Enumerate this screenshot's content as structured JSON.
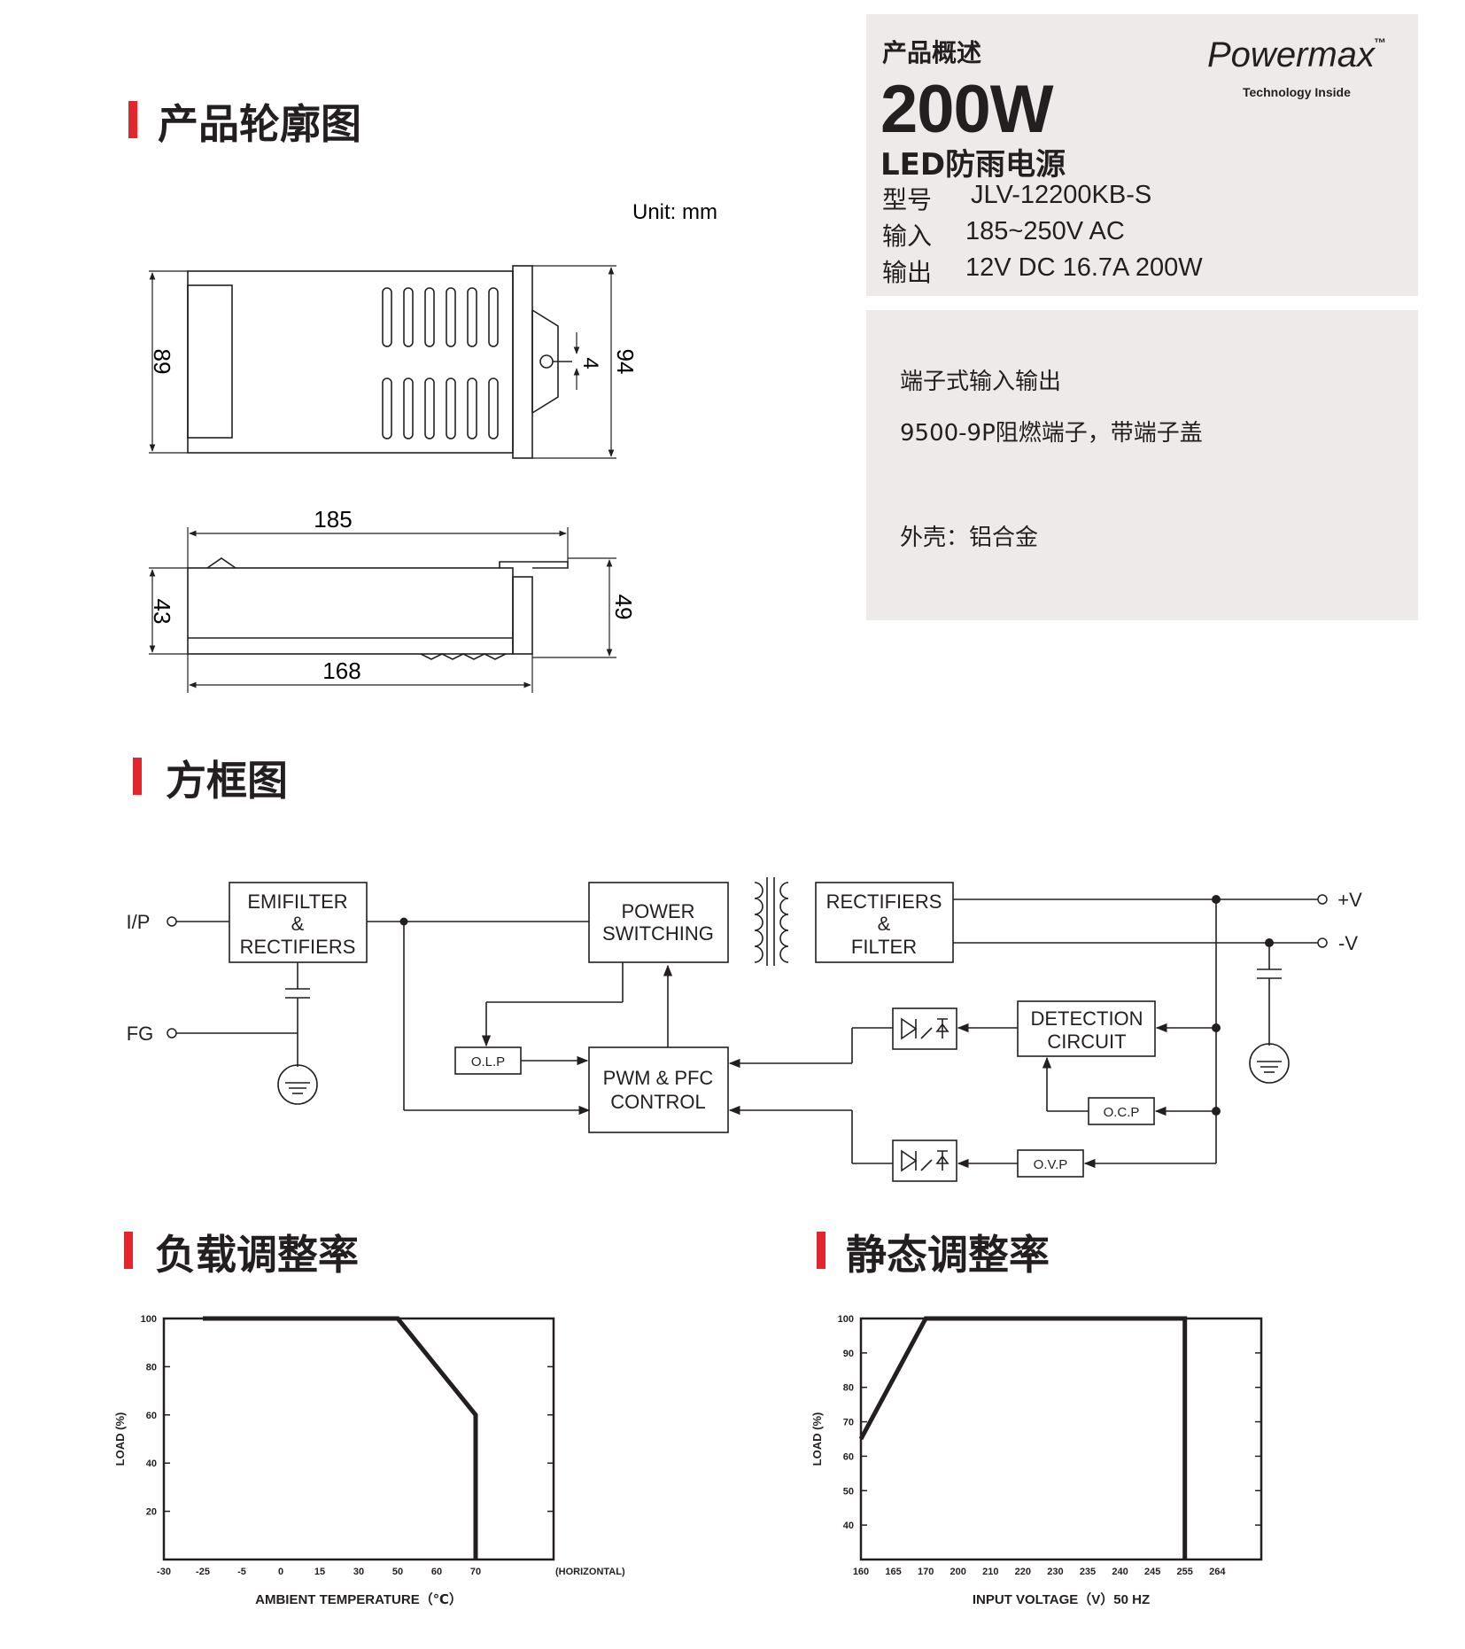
{
  "sections": {
    "outline": "产品轮廓图",
    "block": "方框图",
    "load": "负载调整率",
    "static": "静态调整率"
  },
  "product": {
    "overview_label": "产品概述",
    "power": "200W",
    "name": "LED防雨电源",
    "brand": "Powermax",
    "brand_mark": "™",
    "tagline": "Technology Inside",
    "specs": [
      {
        "label": "型号",
        "value": "JLV-12200KB-S"
      },
      {
        "label": "输入",
        "value": "185~250V AC"
      },
      {
        "label": "输出",
        "value": "12V DC 16.7A 200W"
      }
    ],
    "features": [
      "端子式输入输出",
      "9500-9P阻燃端子，带端子盖",
      "外壳：铝合金"
    ]
  },
  "outline": {
    "unit": "Unit: mm",
    "dims": [
      "89",
      "94",
      "4",
      "185",
      "43",
      "49",
      "168"
    ]
  },
  "block": {
    "labels": {
      "ip": "I/P",
      "fg": "FG",
      "vplus": "+V",
      "vminus": "-V",
      "emi1": "EMIFILTER",
      "emi2": "&",
      "emi3": "RECTIFIERS",
      "ps1": "POWER",
      "ps2": "SWITCHING",
      "rf1": "RECTIFIERS",
      "rf2": "&",
      "rf3": "FILTER",
      "olp": "O.L.P",
      "pwm1": "PWM & PFC",
      "pwm2": "CONTROL",
      "det1": "DETECTION",
      "det2": "CIRCUIT",
      "ocp": "O.C.P",
      "ovp": "O.V.P"
    }
  },
  "chart_data": [
    {
      "type": "line",
      "title": "",
      "xlabel": "AMBIENT TEMPERATURE（℃）",
      "ylabel": "LOAD (%)",
      "x_note": "(HORIZONTAL)",
      "x_ticks": [
        -30,
        -25,
        -5,
        0,
        15,
        30,
        50,
        60,
        70
      ],
      "y_ticks": [
        20,
        40,
        60,
        80,
        100
      ],
      "y_range": [
        0,
        100
      ],
      "series": [
        {
          "x": [
            -25,
            50,
            70,
            70
          ],
          "y": [
            100,
            100,
            60,
            0
          ]
        }
      ]
    },
    {
      "type": "line",
      "title": "",
      "xlabel": "INPUT VOLTAGE（V）50 HZ",
      "ylabel": "LOAD (%)",
      "x_ticks": [
        160,
        165,
        170,
        200,
        210,
        220,
        230,
        235,
        240,
        245,
        255,
        264
      ],
      "y_ticks": [
        40,
        50,
        60,
        70,
        80,
        90,
        100
      ],
      "y_range": [
        30,
        100
      ],
      "series": [
        {
          "x": [
            160,
            170,
            255,
            255
          ],
          "y": [
            65,
            100,
            100,
            30
          ]
        }
      ]
    }
  ]
}
